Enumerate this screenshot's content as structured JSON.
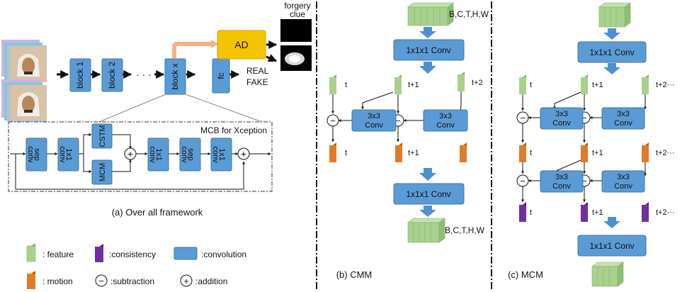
{
  "panel_a": {
    "blocks": [
      "block 1",
      "block 2",
      "block x"
    ],
    "dots": "· · ·",
    "fc": "fc",
    "ad": "AD",
    "forgery_clue": "forgery\nclue",
    "real": "REAL",
    "fake": "FAKE",
    "mcb_title": "MCB for Xception",
    "sep_conv": "sep\nconv",
    "conv1x1": "1x1\nconv",
    "cstm": "CSTM",
    "mcm": "MCM",
    "caption": "(a) Over all framework"
  },
  "panel_b": {
    "shape_top": "B,C,T,H,W",
    "conv1": "1x1x1 Conv",
    "conv3": "3x3\nConv",
    "t_labels": [
      "t",
      "t+1",
      "t+2"
    ],
    "motion_labels": [
      "t",
      "t+1"
    ],
    "conv2": "1x1x1 Conv",
    "shape_bottom": "B,C,T,H,W",
    "caption": "(b) CMM"
  },
  "panel_c": {
    "conv1": "1x1x1 Conv",
    "conv3": "3x3\nConv",
    "t_labels": [
      "t",
      "t+1",
      "t+2···"
    ],
    "conv2": "1x1x1 Conv",
    "caption": "(c) MCM"
  },
  "legend": {
    "feature": ": feature",
    "consistency": ":consistency",
    "convolution": ":convolution",
    "motion": ": motion",
    "subtraction": ":subtraction",
    "addition": ":addition",
    "minus": "−",
    "plus": "+"
  },
  "colors": {
    "conv": "#5b9bd5",
    "feature": "#a9d18e",
    "motion": "#e07b28",
    "consistency": "#7030a0",
    "ad_gold": "#f5c400",
    "arrow_blue": "#4f8fd0",
    "arrow_pink": "#f4b183"
  }
}
